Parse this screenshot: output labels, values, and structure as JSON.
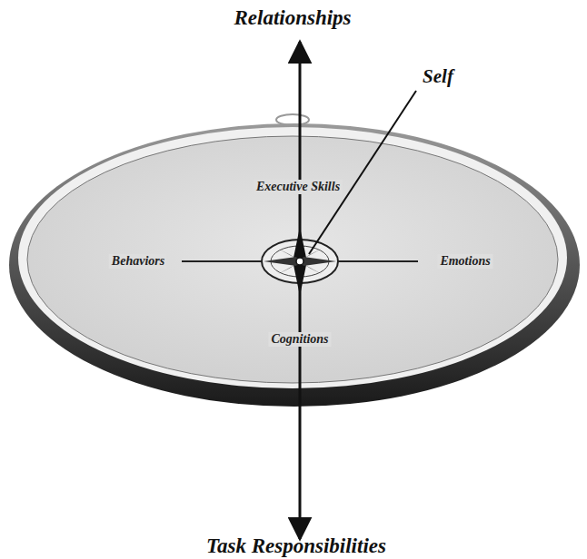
{
  "diagram": {
    "labels": [
      "Relationships",
      "Self",
      "Executive Skills",
      "Behaviors",
      "Emotions",
      "Cognitions",
      "Task Responsibilities"
    ]
  }
}
